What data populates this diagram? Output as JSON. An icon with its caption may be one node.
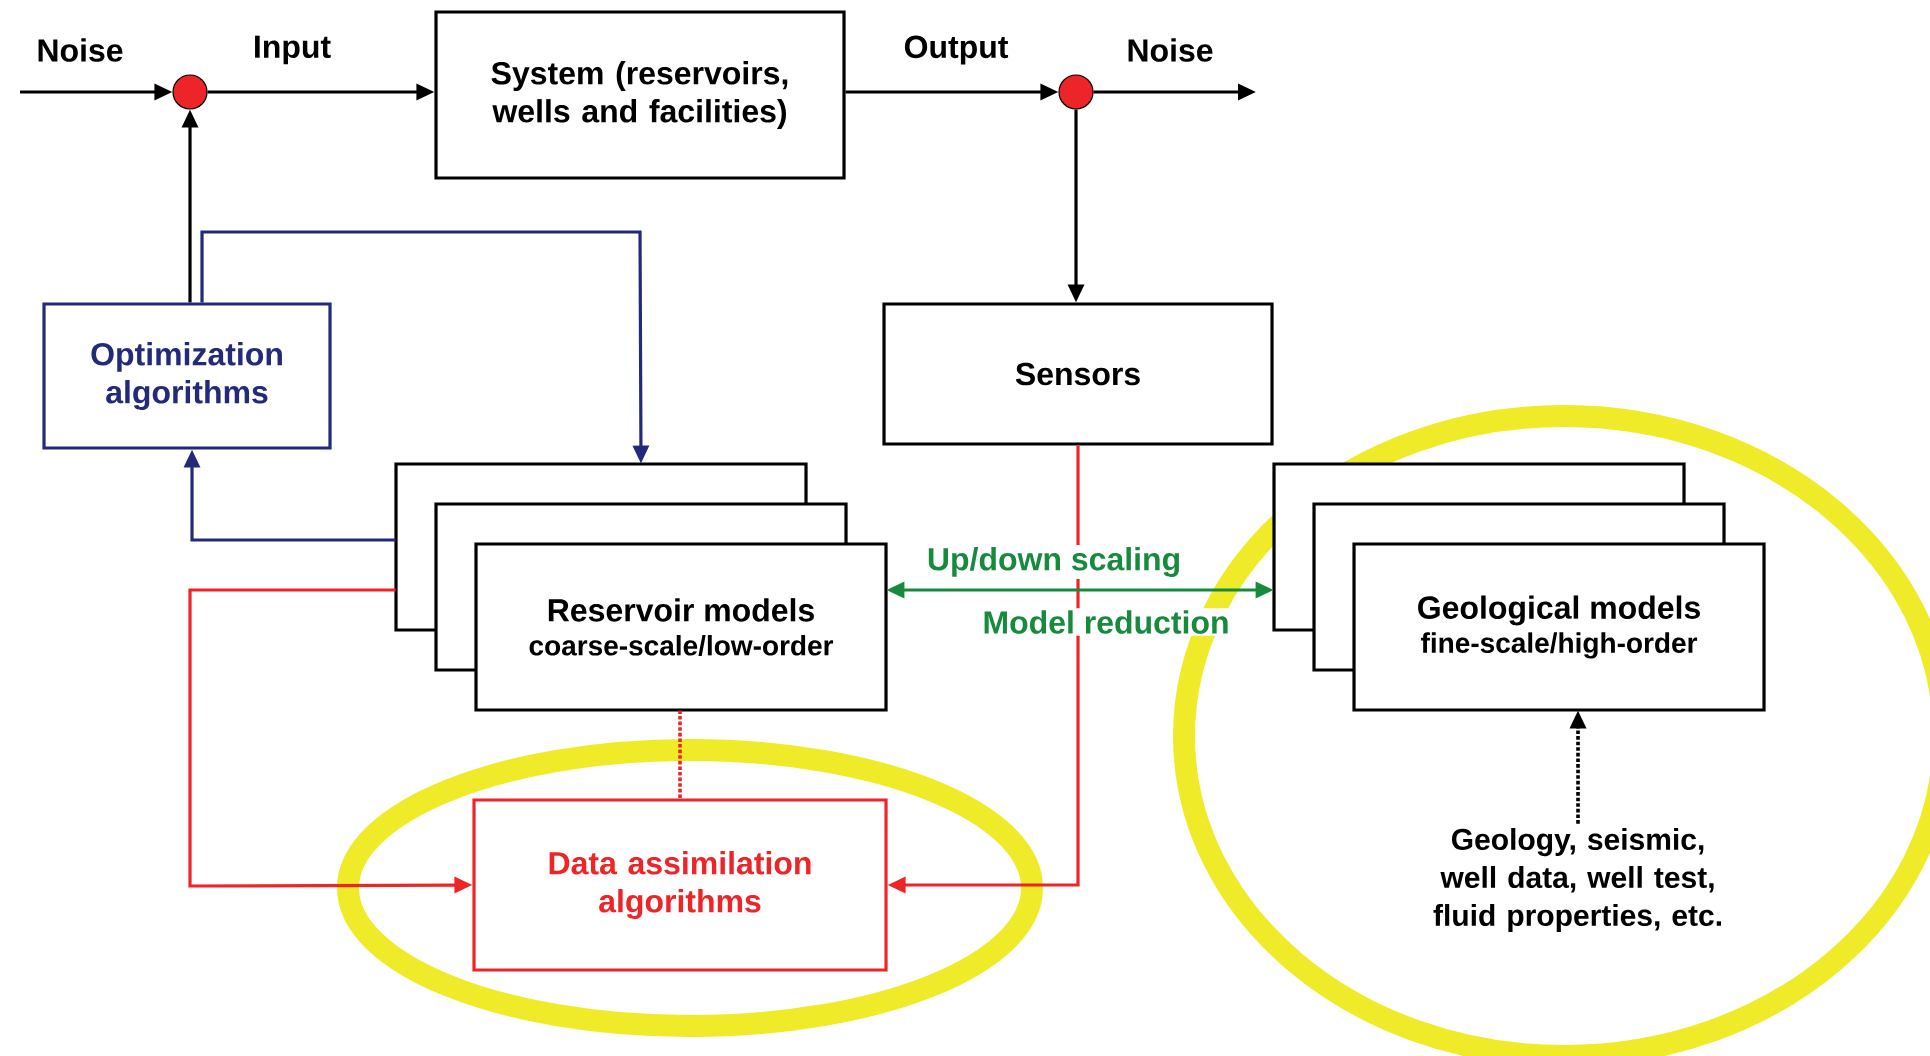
{
  "diagram": {
    "nodes": [
      {
        "text": [],
        "shape": "circle"
      },
      {
        "text": [
          "System (reservoirs, wells and facilities)"
        ]
      },
      {
        "text": [],
        "shape": "circle"
      },
      {
        "text": [
          "Optimization algorithms"
        ]
      },
      {
        "text": [
          "Sensors"
        ]
      },
      {
        "text": [
          "Reservoir models",
          "coarse-scale/low-order"
        ]
      },
      {
        "text": [
          "Geological models",
          "fine-scale/high-order"
        ]
      },
      {
        "text": [
          "Data assimilation algorithms"
        ]
      },
      {
        "text": [
          "Geology, seismic, well data, well test, fluid properties, etc."
        ]
      }
    ],
    "edges": [
      {
        "from": null,
        "to": 0,
        "arrow": "to",
        "label": "Noise"
      },
      {
        "from": 0,
        "to": 1,
        "arrow": "to",
        "label": "Input"
      },
      {
        "from": 1,
        "to": 2,
        "arrow": "to",
        "label": "Output"
      },
      {
        "from": 2,
        "to": null,
        "arrow": "to",
        "label": "Noise"
      },
      {
        "from": 2,
        "to": 4,
        "arrow": "to"
      },
      {
        "from": 3,
        "to": 0,
        "arrow": "to"
      },
      {
        "from": 3,
        "to": 5,
        "arrow": "to",
        "color": "#232a7a"
      },
      {
        "from": 5,
        "to": 3,
        "arrow": "to",
        "color": "#232a7a"
      },
      {
        "from": 5,
        "to": 7,
        "arrow": "to",
        "color": "#ee2528"
      },
      {
        "from": 4,
        "to": 7,
        "arrow": "to",
        "color": "#ee2528"
      },
      {
        "from": 5,
        "to": 7,
        "arrow": "none",
        "style": "dashed",
        "color": "#ee2528"
      },
      {
        "from": 5,
        "to": 6,
        "arrow": "both",
        "color": "#178a3e",
        "label": "Up/down scaling"
      },
      {
        "from": 8,
        "to": 6,
        "arrow": "to",
        "style": "dashed"
      }
    ],
    "labels": [
      "Model reduction"
    ]
  }
}
